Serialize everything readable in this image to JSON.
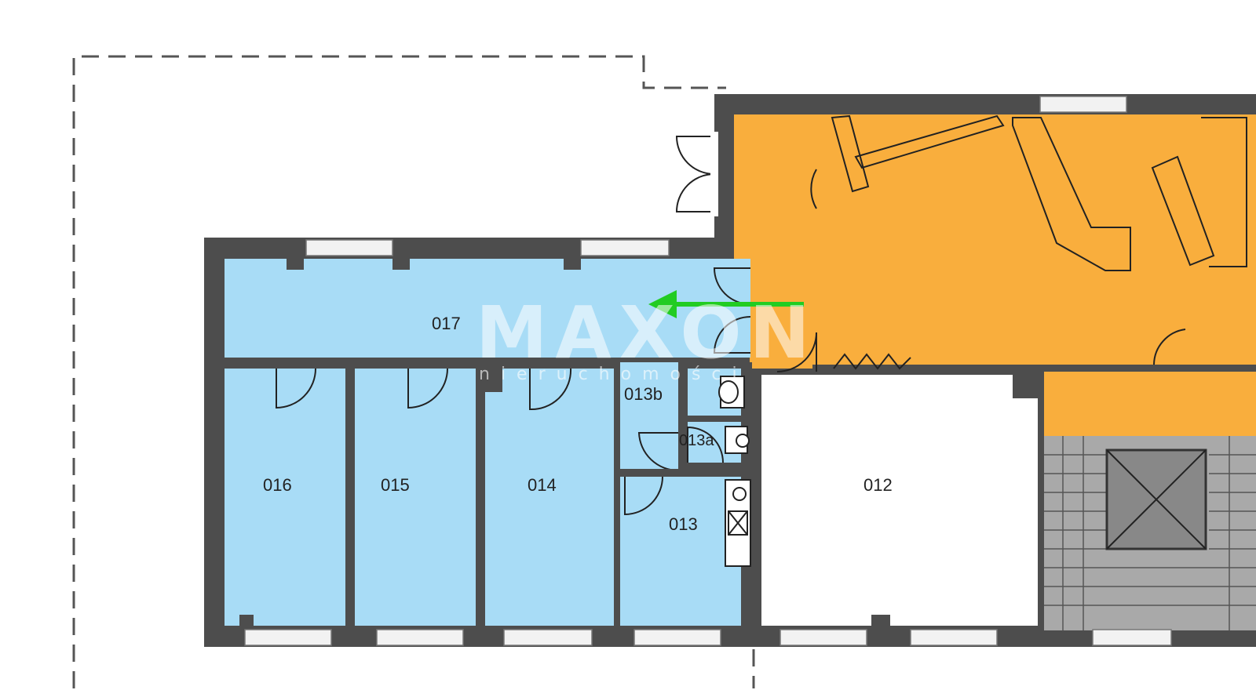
{
  "colors": {
    "office_area": "#a8dcf6",
    "common_area": "#f9ae3d",
    "stair_area": "#a9a9a9",
    "walls": "#4d4d4d",
    "arrow": "#22cc22",
    "watermark": "#ffffff"
  },
  "rooms": {
    "r017": "017",
    "r016": "016",
    "r015": "015",
    "r014": "014",
    "r013b": "013b",
    "r013a": "013a",
    "r013": "013",
    "r012": "012"
  },
  "watermark": {
    "title": "MAXON",
    "subtitle": "nieruchomości"
  },
  "icons": {
    "arrow": "left-arrow-icon",
    "toilet": "toilet-icon",
    "sink": "sink-icon",
    "elevator": "elevator-shaft-icon"
  }
}
